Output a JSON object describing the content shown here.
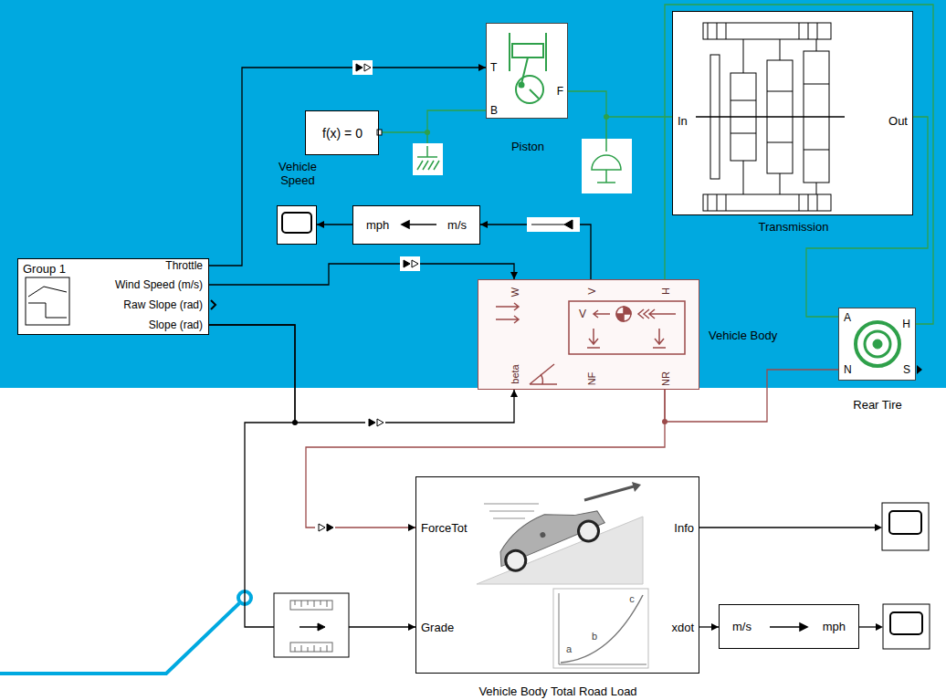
{
  "diagram": {
    "nodes": [
      {
        "text": [
          "Group 1",
          "Throttle",
          "Wind Speed (m/s)",
          "Raw Slope (rad)",
          "Slope (rad)"
        ]
      },
      {
        "text": [
          "f(x) = 0"
        ]
      },
      {
        "text": [
          "T",
          "B",
          "F",
          "Piston"
        ]
      },
      {
        "text": [
          "Vehicle Speed"
        ]
      },
      {
        "text": [
          "mph",
          "m/s"
        ]
      },
      {
        "text": [
          "In",
          "Out",
          "Transmission"
        ]
      },
      {
        "text": [
          "W",
          "V",
          "H",
          "V",
          "beta",
          "NF",
          "NR",
          "Vehicle Body"
        ]
      },
      {
        "text": [
          "A",
          "H",
          "N",
          "S",
          "Rear Tire"
        ]
      },
      {
        "text": [
          "ForceTot",
          "Grade",
          "Info",
          "xdot",
          "a",
          "b",
          "c",
          "Vehicle Body Total Road Load"
        ]
      },
      {
        "text": [
          "m/s",
          "mph"
        ]
      }
    ],
    "edges": [
      {
        "from": 0,
        "to": 2,
        "arrow": "to"
      },
      {
        "from": 0,
        "to": 6,
        "arrow": "to"
      },
      {
        "from": 0,
        "to": 6,
        "arrow": "to"
      },
      {
        "from": 0,
        "to": 8,
        "arrow": "to"
      },
      {
        "from": 1,
        "to": 2,
        "arrow": "none"
      },
      {
        "from": 2,
        "to": 5,
        "arrow": "none"
      },
      {
        "from": 5,
        "to": 7,
        "arrow": "none"
      },
      {
        "from": 7,
        "to": 6,
        "arrow": "none"
      },
      {
        "from": 6,
        "to": 4,
        "arrow": "to"
      },
      {
        "from": 4,
        "to": 3,
        "arrow": "to"
      },
      {
        "from": 6,
        "to": 7,
        "arrow": "none"
      },
      {
        "from": 6,
        "to": 8,
        "arrow": "to"
      },
      {
        "from": 8,
        "to": 9,
        "arrow": "to"
      }
    ]
  }
}
